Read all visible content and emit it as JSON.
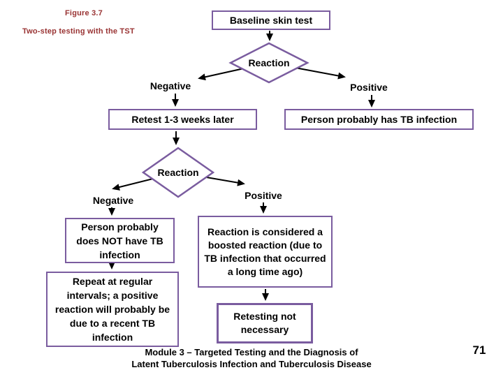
{
  "colors": {
    "accent_purple": "#7A5C9F",
    "heading_maroon": "#993333",
    "arrow_black": "#000000",
    "background": "#FFFFFF"
  },
  "header": {
    "figure_label": "Figure 3.7",
    "subtitle": "Two-step testing with the TST"
  },
  "flow": {
    "baseline": "Baseline skin test",
    "reaction1": "Reaction",
    "negative1": "Negative",
    "positive1": "Positive",
    "retest": "Retest 1-3 weeks later",
    "has_tb": "Person probably has TB infection",
    "reaction2": "Reaction",
    "negative2": "Negative",
    "positive2": "Positive",
    "not_tb": "Person probably does NOT have TB infection",
    "repeat": "Repeat at regular intervals; a positive reaction will probably be due to a recent TB infection",
    "boosted": "Reaction is considered a boosted reaction (due to TB infection that occurred a long time ago)",
    "retesting": "Retesting not necessary"
  },
  "footer": {
    "line1": "Module 3 – Targeted Testing and the Diagnosis of",
    "line2": "Latent Tuberculosis Infection and Tuberculosis Disease",
    "page_number": "71"
  }
}
